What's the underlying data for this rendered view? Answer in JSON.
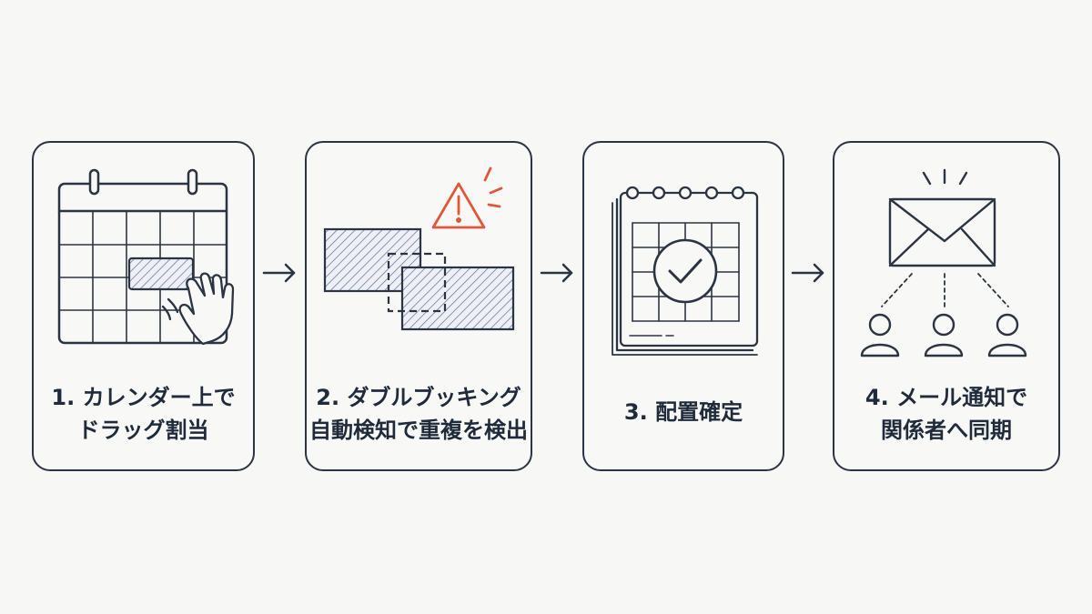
{
  "steps": [
    {
      "lines": [
        "1. カレンダー上で",
        "ドラッグ割当"
      ]
    },
    {
      "lines": [
        "2. ダブルブッキング",
        "自動検知で重複を検出"
      ]
    },
    {
      "lines": [
        "3. 配置確定"
      ]
    },
    {
      "lines": [
        "4. メール通知で",
        "関係者へ同期"
      ]
    }
  ],
  "colors": {
    "ink": "#2b3442",
    "hatch": "#5b6e9a",
    "warning": "#e0573a",
    "background": "#f7f7f5"
  },
  "icons": [
    "calendar-icon",
    "drag-hand-icon",
    "warning-icon",
    "spiral-calendar-check-icon",
    "envelope-icon",
    "person-icon",
    "arrow-right-icon"
  ]
}
